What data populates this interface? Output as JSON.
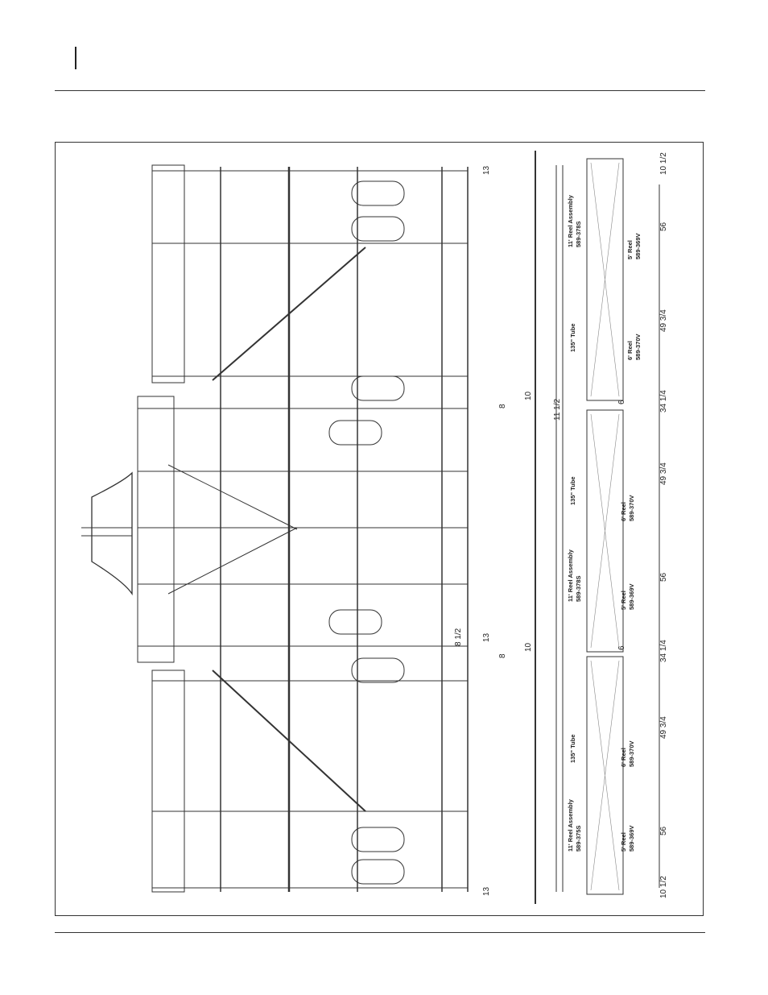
{
  "drawing": {
    "dims_right": [
      "10 1/2",
      "56",
      "49 3/4",
      "34 1/4",
      "49 3/4",
      "56",
      "34 1/4",
      "49 3/4",
      "56",
      "10 1/2"
    ],
    "dims_small": [
      "13",
      "8",
      "10",
      "11 1/2",
      "6",
      "8 1/2",
      "13",
      "8",
      "10",
      "6",
      "13"
    ],
    "labels": {
      "reel5_top": "5' Reel",
      "reel5_top_pn": "589-369V",
      "reel6_top": "6' Reel",
      "reel6_top_pn": "589-370V",
      "reel11_top": "11' Reel Assembly",
      "reel11_top_pn": "589-378S",
      "tube_top": "135\" Tube",
      "tube_mid": "135\" Tube",
      "reel6_mid": "6' Reel",
      "reel6_mid_pn": "589-370V",
      "reel11_mid": "11' Reel Assembly",
      "reel11_mid_pn": "589-378S",
      "reel5_mid": "5' Reel",
      "reel5_mid_pn": "589-369V",
      "tube_bot": "135\" Tube",
      "reel6_bot": "6' Reel",
      "reel6_bot_pn": "589-370V",
      "reel11_bot": "11' Reel Assembly",
      "reel11_bot_pn": "589-375S",
      "reel5_bot": "5' Reel",
      "reel5_bot_pn": "589-369V"
    }
  }
}
